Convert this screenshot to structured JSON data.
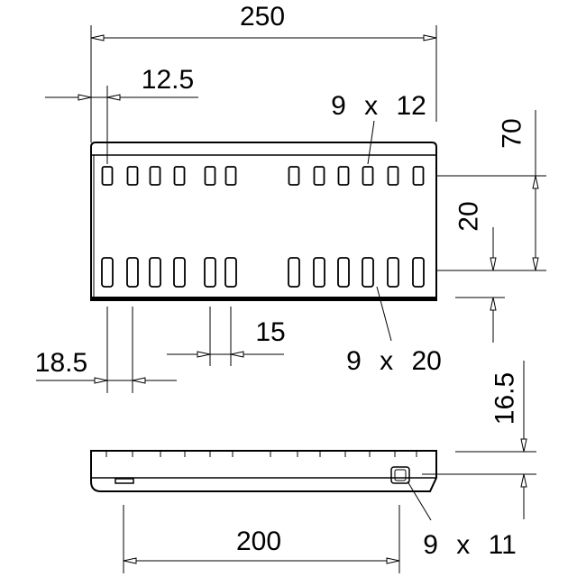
{
  "colors": {
    "line": "#000000",
    "background": "#ffffff"
  },
  "top_view": {
    "overall_length": "250",
    "edge_offset": "12.5",
    "upper_slot_label": "9 x 12",
    "row_distance": "70",
    "lower_offset": "20",
    "slot_pitch": "18.5",
    "center_gap": "15",
    "lower_slot_label": "9 x 20"
  },
  "side_view": {
    "height": "16.5",
    "slot_span": "200",
    "slot_label": "9 x 11"
  }
}
